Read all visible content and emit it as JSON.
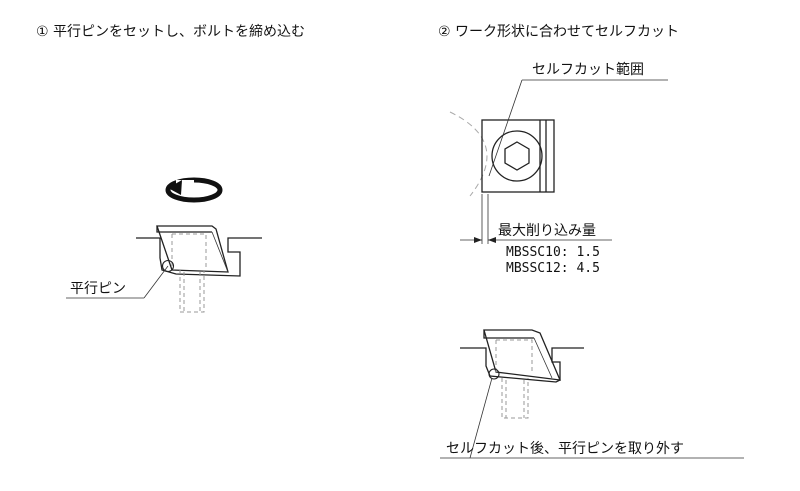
{
  "step1": {
    "title": "① 平行ピンをセットし、ボルトを締め込む",
    "pin_label": "平行ピン"
  },
  "step2": {
    "title": "② ワーク形状に合わせてセルフカット",
    "self_cut_range_label": "セルフカット範囲",
    "max_cut_label": "最大削り込み量",
    "specs": [
      "MBSSC10: 1.5",
      "MBSSC12: 4.5"
    ],
    "bottom_label": "セルフカット後、平行ピンを取り外す"
  },
  "colors": {
    "line": "#222222",
    "hidden": "#999999"
  }
}
